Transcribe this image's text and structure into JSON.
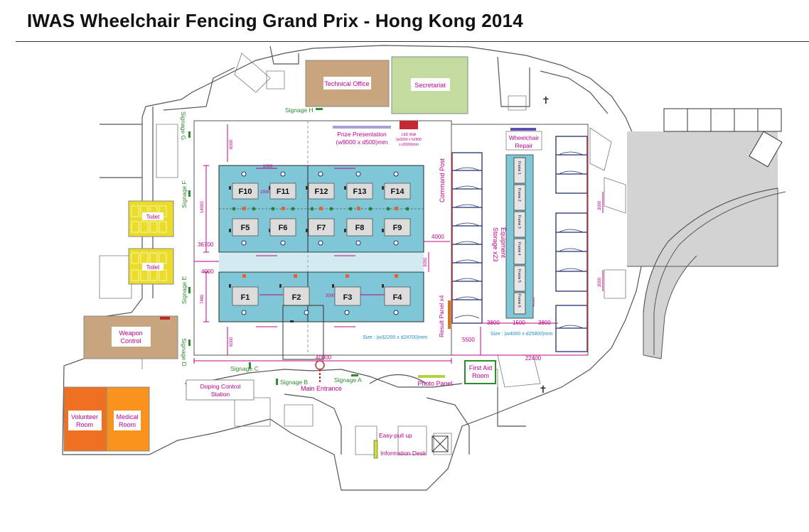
{
  "title": "IWAS Wheelchair Fencing Grand Prix - Hong Kong 2014",
  "colors": {
    "field_of_play": "#7fc6d6",
    "toilet": "#ecdc2a",
    "technical_office": "#c9a57f",
    "secretariat": "#c4dba0",
    "weapon_control": "#c9a57f",
    "volunteer_room": "#f07022",
    "medical_room": "#f7931e",
    "equipment_storage": "#1f2f6f",
    "frame_area": "#7fc6d6",
    "outdoor_area": "#d3d3d3",
    "signage": "#2e8b2e",
    "dimension": "#c0008b"
  },
  "rooms": {
    "technical_office": "Technical Office",
    "secretariat": "Secretariat",
    "toilet_1": "Toilet",
    "toilet_2": "Toilet",
    "weapon_control_1": "Weapon",
    "weapon_control_2": "Control",
    "volunteer_room_1": "Volunteer",
    "volunteer_room_2": "Room",
    "medical_room_1": "Medical",
    "medical_room_2": "Room",
    "first_aid_1": "First Aid",
    "first_aid_2": "Room",
    "wheelchair_repair_1": "Wheelchair",
    "wheelchair_repair_2": "Repair",
    "doping_control_1": "Doping Control",
    "doping_control_2": "Station",
    "prize_presentation_1": "Prize Presentation",
    "prize_presentation_2": "(w9000 x d500)mm",
    "led_wall_1": "LED Wall",
    "led_wall_2": "(w3200 x h2900",
    "led_wall_3": "x d1500)mm",
    "command_post": "Command Post",
    "equipment_storage_1": "Equipment",
    "equipment_storage_2": "Storage x23",
    "result_panel": "Result Panel x4",
    "photo_panel": "Photo Panel",
    "main_entrance": "Main Entrance",
    "easy_pull_up": "Easy-pull up",
    "information_desk": "Information Desk"
  },
  "signage": {
    "a": "Signage A",
    "b": "Signage B",
    "c": "Signage C",
    "d": "Signage D",
    "e": "Signage E",
    "f": "Signage F",
    "g": "Signage G",
    "h": "Signage H"
  },
  "pistes": {
    "f1": "F1",
    "f2": "F2",
    "f3": "F3",
    "f4": "F4",
    "f5": "F5",
    "f6": "F6",
    "f7": "F7",
    "f8": "F8",
    "f9": "F9",
    "f10": "F10",
    "f11": "F11",
    "f12": "F12",
    "f13": "F13",
    "f14": "F14"
  },
  "frames": [
    "Frame 1",
    "Frame 2",
    "Frame 3",
    "Frame 4",
    "Frame 5",
    "Frame 6"
  ],
  "dimensions": {
    "hall_width": "40000",
    "hall_depth": "36700",
    "top_gap": "6000",
    "bottom_gap": "6000",
    "upper_block": "14000",
    "lower_block": "7480",
    "mid_gap": "4000",
    "right_gap": "4000",
    "aisle": "3050",
    "fop_size": "Size : (w32200 x d24700)mm",
    "right_hall": "22400",
    "storage_left": "5500",
    "frame_left": "3800",
    "frame_w": "1500",
    "frame_right": "3800",
    "frame_depth": "4000",
    "frame_size": "Size : (w4000 x d25800)mm",
    "side_3000_a": "3000",
    "side_3000_b": "3000",
    "small_1000": "1000",
    "small_1500": "1500",
    "small_2000": "2000"
  }
}
